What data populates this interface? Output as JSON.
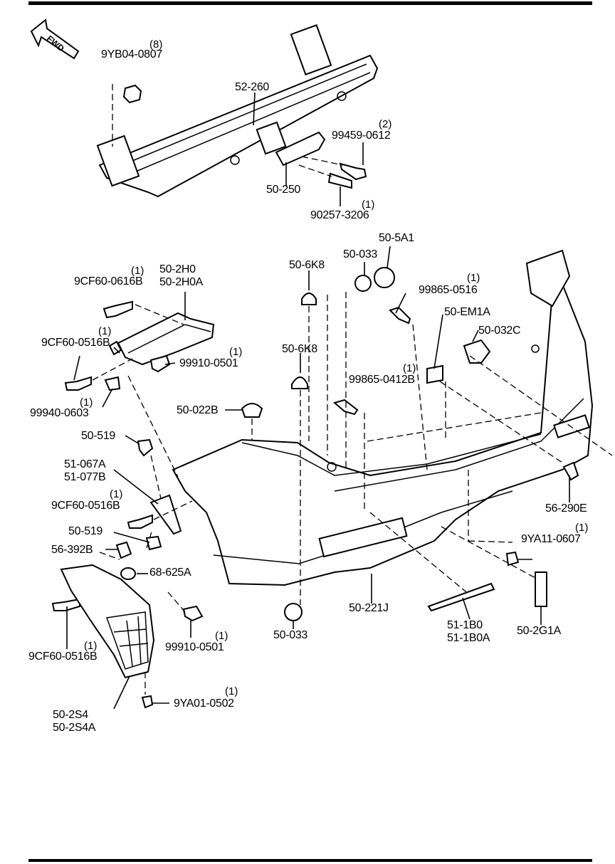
{
  "diagram": {
    "direction_label": "FWD",
    "labels": {
      "nut_top": {
        "qty": "(8)",
        "code": "9YB04-0807"
      },
      "reinforcement": {
        "code": "52-260"
      },
      "bolt_right": {
        "qty": "(2)",
        "code": "99459-0612"
      },
      "bracket_center": {
        "code": "50-250"
      },
      "pin": {
        "qty": "(1)",
        "code": "90257-3206"
      },
      "cap_5a1": {
        "code": "50-5A1"
      },
      "cap_033_top": {
        "code": "50-033"
      },
      "grommet_6k8_top": {
        "code": "50-6K8"
      },
      "screw_0516": {
        "qty": "(1)",
        "code": "99865-0516"
      },
      "bolt_0616b": {
        "qty": "(1)",
        "code": "9CF60-0616B"
      },
      "bracket_2h0": {
        "code": "50-2H0",
        "code_alt": "50-2H0A"
      },
      "em1a": {
        "code": "50-EM1A"
      },
      "clip_032c": {
        "code": "50-032C"
      },
      "bolt_0516b_top": {
        "qty": "(1)",
        "code": "9CF60-0516B"
      },
      "clip_0501_top": {
        "qty": "(1)",
        "code": "99910-0501"
      },
      "grommet_6k8_mid": {
        "code": "50-6K8"
      },
      "screw_0412b": {
        "qty": "(1)",
        "code": "99865-0412B"
      },
      "nut_0603": {
        "qty": "(1)",
        "code": "99940-0603"
      },
      "bumper_022b": {
        "code": "50-022B"
      },
      "clip_519_top": {
        "code": "50-519"
      },
      "bracket_067a": {
        "code": "51-067A",
        "code_alt": "51-077B"
      },
      "bolt_0516b_mid": {
        "qty": "(1)",
        "code": "9CF60-0516B"
      },
      "reflector_290e": {
        "code": "56-290E"
      },
      "clip_519_mid": {
        "code": "50-519"
      },
      "rivet_0607": {
        "qty": "(1)",
        "code": "9YA11-0607"
      },
      "clip_392b": {
        "code": "56-392B"
      },
      "grommet_625a": {
        "code": "68-625A"
      },
      "bumper_221j": {
        "code": "50-221J"
      },
      "molding_1b0": {
        "code": "51-1B0",
        "code_alt": "51-1B0A"
      },
      "tape_2g1a": {
        "code": "50-2G1A"
      },
      "cap_033_bottom": {
        "code": "50-033"
      },
      "clip_0501_bottom": {
        "qty": "(1)",
        "code": "99910-0501"
      },
      "bolt_0516b_bottom": {
        "qty": "(1)",
        "code": "9CF60-0516B"
      },
      "screw_0502": {
        "qty": "(1)",
        "code": "9YA01-0502"
      },
      "mudguard_2s4": {
        "code": "50-2S4",
        "code_alt": "50-2S4A"
      }
    }
  }
}
